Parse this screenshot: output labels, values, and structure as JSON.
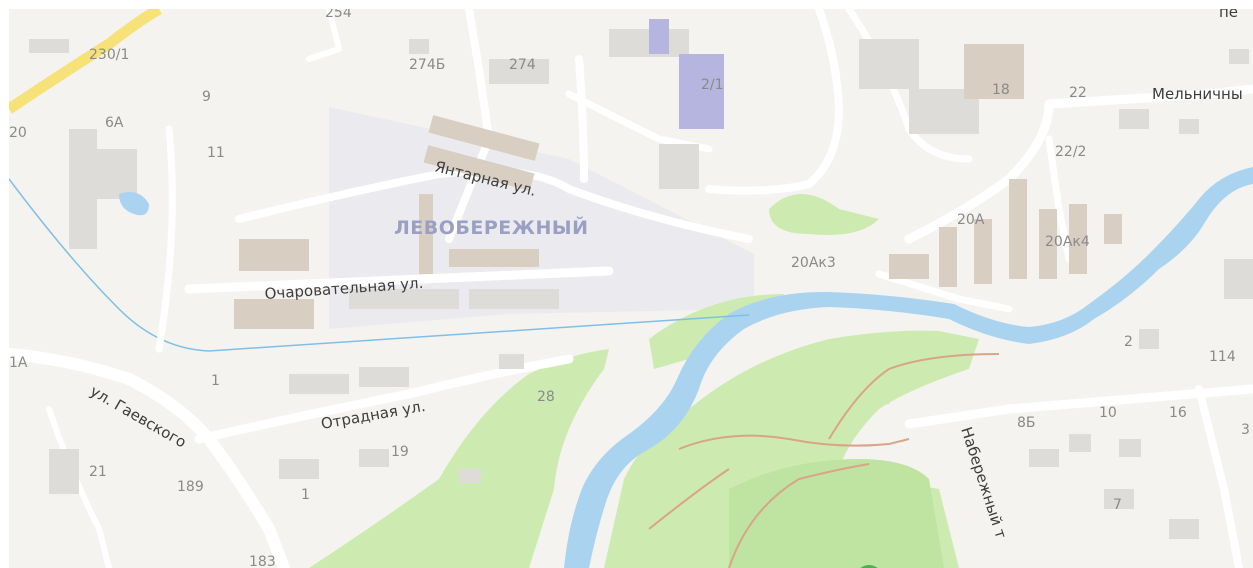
{
  "map": {
    "district_label": "ЛЕВОБЕРЕЖНЫЙ",
    "streets": {
      "yantarnaya": "Янтарная ул.",
      "ocharovatelnaya": "Очаровательная ул.",
      "gaevskogo": "ул. Гаевского",
      "otradnaya": "Отрадная ул.",
      "naberezhny": "Набережный т",
      "melnichny": "Мельничны",
      "top_right": "пе"
    },
    "house_numbers": {
      "n254": "254",
      "n230_1": "230/1",
      "n274b": "274Б",
      "n274": "274",
      "n2_1": "2/1",
      "n18": "18",
      "n22": "22",
      "n22_2": "22/2",
      "n20": "20",
      "n6a": "6А",
      "n9": "9",
      "n11": "11",
      "n20a": "20А",
      "n20ak4": "20Ак4",
      "n20ak3": "20Ак3",
      "n2": "2",
      "n114": "114",
      "n1a": "1А",
      "n1_left": "1",
      "n28": "28",
      "n86": "8Б",
      "n10": "10",
      "n16": "16",
      "n3": "3",
      "n19": "19",
      "n21": "21",
      "n189": "189",
      "n1_bottom": "1",
      "n7": "7",
      "n183": "183"
    },
    "colors": {
      "background": "#f4f3ef",
      "water": "#aad3f0",
      "park": "#cdebb0",
      "building": "#dedcd8",
      "building_tan": "#d8cec2",
      "building_purple": "#b5b5e0",
      "road": "#ffffff",
      "highway": "#f7e27a",
      "trail": "#d9a48a",
      "marker": "#4caf50"
    }
  }
}
